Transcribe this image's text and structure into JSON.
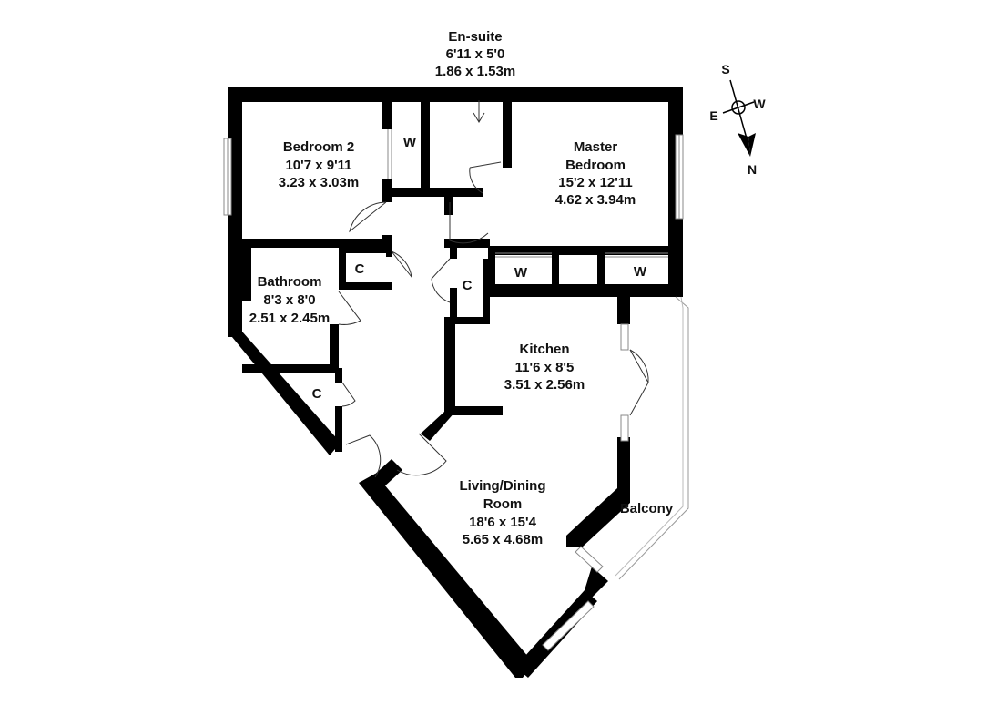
{
  "rooms": {
    "ensuite": {
      "name": "En-suite",
      "imperial": "6'11 x 5'0",
      "metric": "1.86 x 1.53m"
    },
    "bedroom2": {
      "name": "Bedroom 2",
      "imperial": "10'7 x 9'11",
      "metric": "3.23 x 3.03m"
    },
    "master": {
      "name1": "Master",
      "name2": "Bedroom",
      "imperial": "15'2 x 12'11",
      "metric": "4.62 x 3.94m"
    },
    "bathroom": {
      "name": "Bathroom",
      "imperial": "8'3 x 8'0",
      "metric": "2.51 x 2.45m"
    },
    "kitchen": {
      "name": "Kitchen",
      "imperial": "11'6 x 8'5",
      "metric": "3.51 x 2.56m"
    },
    "living": {
      "name1": "Living/Dining",
      "name2": "Room",
      "imperial": "18'6 x 15'4",
      "metric": "5.65 x 4.68m"
    },
    "balcony": {
      "name": "Balcony"
    }
  },
  "storage": {
    "wardrobe_label": "W",
    "cupboard_label": "C"
  },
  "compass": {
    "s": "S",
    "w": "W",
    "e": "E",
    "n": "N"
  }
}
